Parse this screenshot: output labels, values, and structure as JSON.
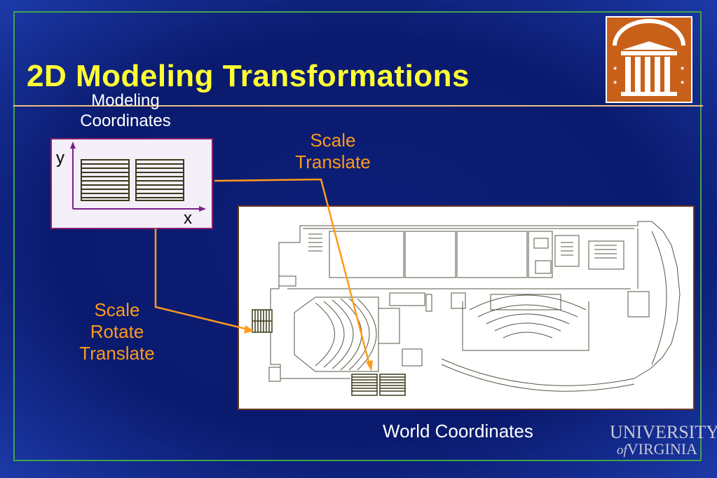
{
  "slide": {
    "title": "2D Modeling Transformations",
    "modeling_label_line1": "Modeling",
    "modeling_label_line2": "Coordinates",
    "axis_y": "y",
    "axis_x": "x",
    "transform_top_line1": "Scale",
    "transform_top_line2": "Translate",
    "transform_left_line1": "Scale",
    "transform_left_line2": "Rotate",
    "transform_left_line3": "Translate",
    "world_label": "World Coordinates",
    "university_line1": "UNIVERSITY",
    "university_of": "of",
    "university_line2": "VIRGINIA"
  },
  "colors": {
    "background": "#0a1a6e",
    "title": "#ffff33",
    "accent_orange": "#ff9a1a",
    "frame_green": "#3fa34d",
    "logo_orange": "#c8601a"
  },
  "icons": {
    "logo": "rotunda-logo-icon",
    "model_object": "bleachers-icon",
    "floor_plan": "floor-plan-drawing"
  }
}
